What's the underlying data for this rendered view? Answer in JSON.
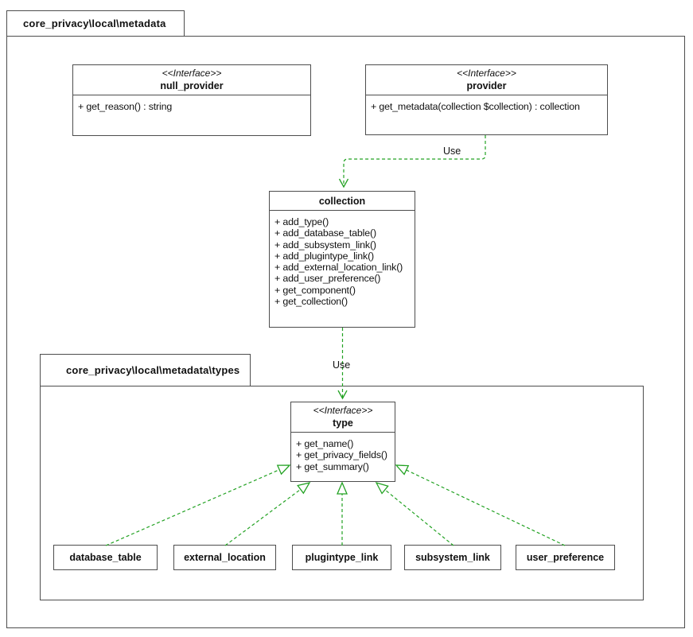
{
  "packages": {
    "outer": {
      "label": "core_privacy\\local\\metadata"
    },
    "inner": {
      "label": "core_privacy\\local\\metadata\\types"
    }
  },
  "nodes": {
    "null_provider": {
      "stereotype": "<<Interface>>",
      "name": "null_provider",
      "methods": [
        "+ get_reason() : string"
      ]
    },
    "provider": {
      "stereotype": "<<Interface>>",
      "name": "provider",
      "methods": [
        "+ get_metadata(collection $collection) : collection"
      ]
    },
    "collection": {
      "name": "collection",
      "methods": [
        "+ add_type()",
        "+ add_database_table()",
        "+ add_subsystem_link()",
        "+ add_plugintype_link()",
        "+ add_external_location_link()",
        "+ add_user_preference()",
        "+ get_component()",
        "+ get_collection()"
      ]
    },
    "type": {
      "stereotype": "<<Interface>>",
      "name": "type",
      "methods": [
        "+ get_name()",
        "+ get_privacy_fields()",
        "+ get_summary()"
      ]
    },
    "database_table": {
      "name": "database_table"
    },
    "external_location": {
      "name": "external_location"
    },
    "plugintype_link": {
      "name": "plugintype_link"
    },
    "subsystem_link": {
      "name": "subsystem_link"
    },
    "user_preference": {
      "name": "user_preference"
    }
  },
  "edges": {
    "provider_to_collection": {
      "label": "Use",
      "kind": "dependency"
    },
    "collection_to_type": {
      "label": "Use",
      "kind": "dependency"
    },
    "realizations": [
      {
        "from": "database_table",
        "to": "type"
      },
      {
        "from": "external_location",
        "to": "type"
      },
      {
        "from": "plugintype_link",
        "to": "type"
      },
      {
        "from": "subsystem_link",
        "to": "type"
      },
      {
        "from": "user_preference",
        "to": "type"
      }
    ]
  },
  "colors": {
    "edge_green": "#23a223",
    "border_gray": "#4d4d4d",
    "text": "#111111",
    "background": "#ffffff"
  }
}
